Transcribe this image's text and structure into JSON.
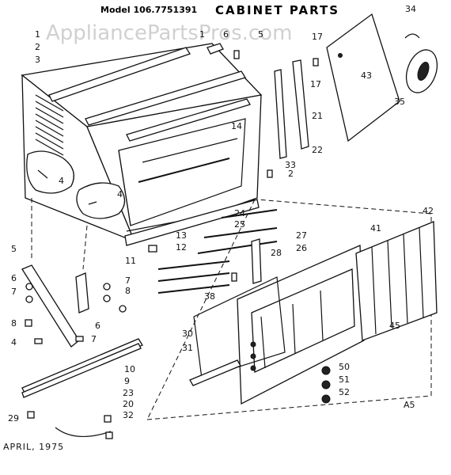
{
  "header": {
    "model": "Model 106.7751391",
    "title": "CABINET PARTS"
  },
  "watermark": "AppliancePartsPros.com",
  "footer": {
    "date": "APRIL, 1975",
    "code": "A5"
  },
  "callouts": [
    "1",
    "2",
    "3",
    "1",
    "6",
    "5",
    "17",
    "34",
    "43",
    "35",
    "17",
    "21",
    "22",
    "14",
    "2",
    "33",
    "4",
    "4",
    "24",
    "25",
    "27",
    "26",
    "42",
    "41",
    "13",
    "12",
    "28",
    "5",
    "11",
    "6",
    "7",
    "7",
    "8",
    "38",
    "8",
    "6",
    "4",
    "7",
    "45",
    "30",
    "31",
    "10",
    "9",
    "23",
    "50",
    "51",
    "52",
    "20",
    "29",
    "32"
  ]
}
